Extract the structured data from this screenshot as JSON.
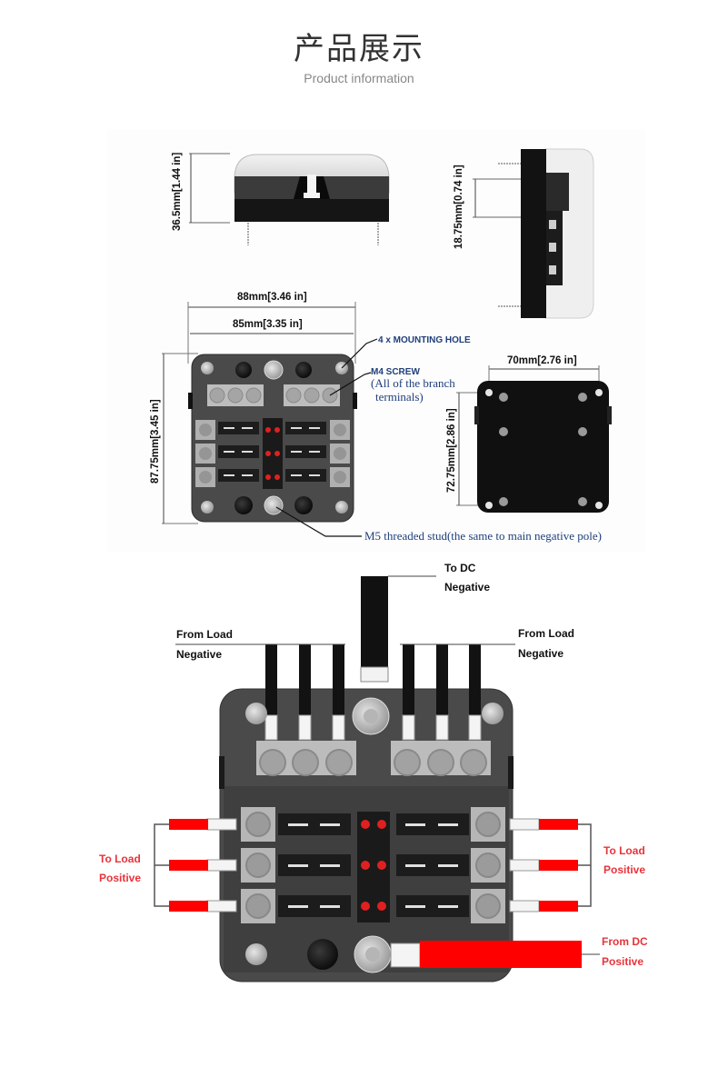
{
  "header": {
    "title": "产品展示",
    "subtitle": "Product information"
  },
  "dimensions_diagram": {
    "height_label": "36.5mm[1.44 in]",
    "side_depth_label": "18.75mm[0.74 in]",
    "outer_width_label": "88mm[3.46 in]",
    "inner_width_label": "85mm[3.35 in]",
    "front_height_label": "87.75mm[3.45 in]",
    "back_width_label": "70mm[2.76 in]",
    "back_height_label": "72.75mm[2.86 in]",
    "mounting_hole_note": "4 x MOUNTING HOLE",
    "m4_screw_note": "M4 SCREW",
    "m4_screw_detail_line1": "(All of the branch",
    "m4_screw_detail_line2": "terminals)",
    "m5_stud_note": "M5 threaded stud(the same to main negative pole)"
  },
  "wiring_diagram": {
    "to_dc_negative_line1": "To DC",
    "to_dc_negative_line2": "Negative",
    "from_load_negative_left_line1": "From Load",
    "from_load_negative_left_line2": "Negative",
    "from_load_negative_right_line1": "From Load",
    "from_load_negative_right_line2": "Negative",
    "to_load_positive_left_line1": "To Load",
    "to_load_positive_left_line2": "Positive",
    "to_load_positive_right_line1": "To Load",
    "to_load_positive_right_line2": "Positive",
    "from_dc_positive_line1": "From DC",
    "from_dc_positive_line2": "Positive",
    "colors": {
      "positive_wire": "#ff0000",
      "negative_wire": "#111111",
      "label_red": "#e8333a",
      "housing": "#4a4a4a"
    }
  }
}
